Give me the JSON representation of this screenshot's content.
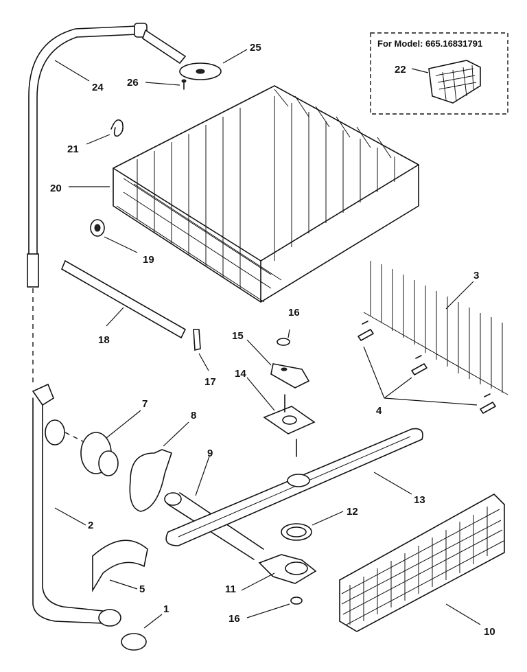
{
  "model_box": {
    "text": "For Model: 665.16831791"
  },
  "callouts": [
    {
      "id": "c1",
      "label": "1"
    },
    {
      "id": "c2",
      "label": "2"
    },
    {
      "id": "c3",
      "label": "3"
    },
    {
      "id": "c4",
      "label": "4"
    },
    {
      "id": "c5",
      "label": "5"
    },
    {
      "id": "c7",
      "label": "7"
    },
    {
      "id": "c8",
      "label": "8"
    },
    {
      "id": "c9",
      "label": "9"
    },
    {
      "id": "c10",
      "label": "10"
    },
    {
      "id": "c11",
      "label": "11"
    },
    {
      "id": "c12",
      "label": "12"
    },
    {
      "id": "c13",
      "label": "13"
    },
    {
      "id": "c14",
      "label": "14"
    },
    {
      "id": "c15",
      "label": "15"
    },
    {
      "id": "c16a",
      "label": "16"
    },
    {
      "id": "c16b",
      "label": "16"
    },
    {
      "id": "c17",
      "label": "17"
    },
    {
      "id": "c18",
      "label": "18"
    },
    {
      "id": "c19",
      "label": "19"
    },
    {
      "id": "c20",
      "label": "20"
    },
    {
      "id": "c21",
      "label": "21"
    },
    {
      "id": "c22",
      "label": "22"
    },
    {
      "id": "c24",
      "label": "24"
    },
    {
      "id": "c25",
      "label": "25"
    },
    {
      "id": "c26",
      "label": "26"
    }
  ]
}
